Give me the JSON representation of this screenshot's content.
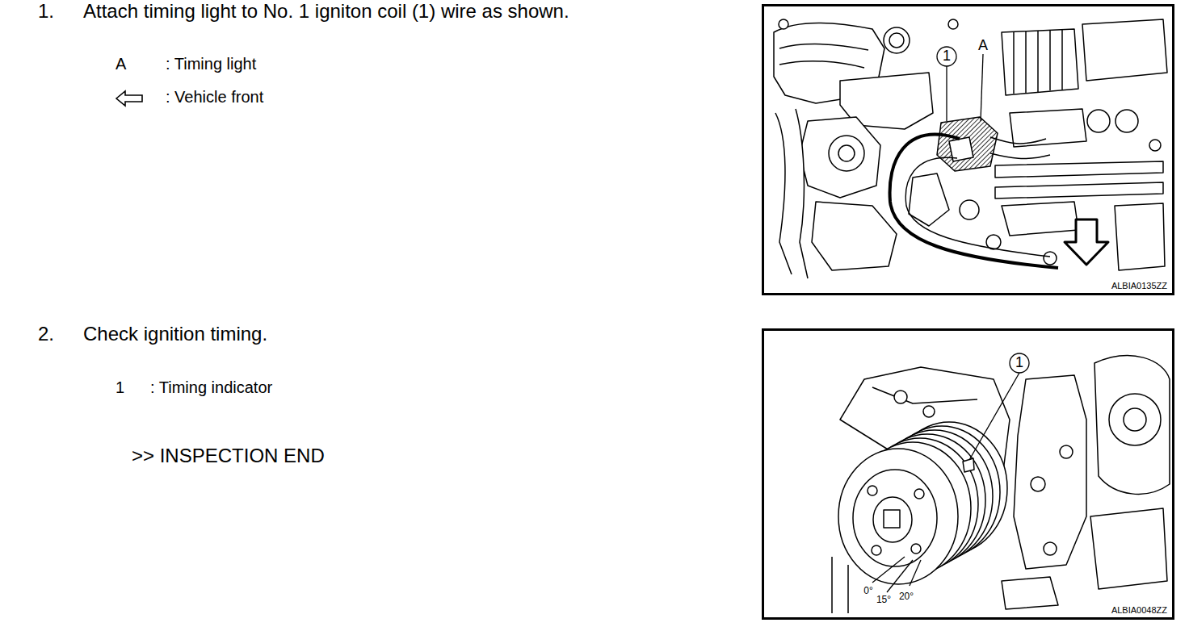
{
  "diagram": {
    "nodes": [
      {
        "text": [
          "1",
          "A",
          "ALBIA0135ZZ"
        ]
      },
      {
        "text": [
          "1",
          "0°",
          "15°",
          "20°",
          "ALBIA0048ZZ"
        ]
      }
    ],
    "labels": [
      "1.",
      "Attach timing light to No. 1 igniton coil (1) wire as shown.",
      "A",
      ": Timing light",
      ": Vehicle front",
      "2.",
      "Check ignition timing.",
      "1",
      ": Timing indicator",
      ">> INSPECTION END"
    ]
  }
}
